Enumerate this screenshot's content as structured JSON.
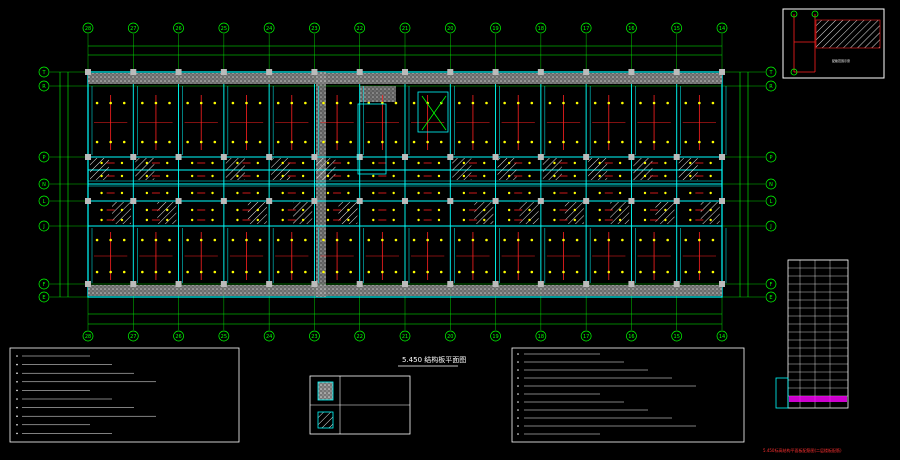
{
  "drawing": {
    "plan_title": "5.450 结构板平面图",
    "sheet_title": "5.450标高结构平面板配筋图(二层楼板配筋)",
    "top_axes": [
      "28",
      "27",
      "26",
      "25",
      "24",
      "23",
      "22",
      "21",
      "20",
      "19",
      "18",
      "17",
      "16",
      "15",
      "14"
    ],
    "bottom_axes": [
      "28",
      "27",
      "26",
      "25",
      "24",
      "23",
      "22",
      "21",
      "20",
      "19",
      "18",
      "17",
      "16",
      "15",
      "14"
    ],
    "left_axes": [
      "T",
      "R",
      "P",
      "N",
      "L",
      "J",
      "F",
      "E"
    ],
    "right_axes": [
      "T",
      "R",
      "P",
      "N",
      "L",
      "J",
      "F",
      "E"
    ],
    "legend_box_label": "配筋范围示意",
    "schedule_highlight_color": "#ff00ff",
    "accent_colors": {
      "grid": "#00ff00",
      "wall": "#00ffff",
      "rebar": "#ff2020",
      "mark": "#ffff00",
      "text": "#ffffff"
    }
  }
}
